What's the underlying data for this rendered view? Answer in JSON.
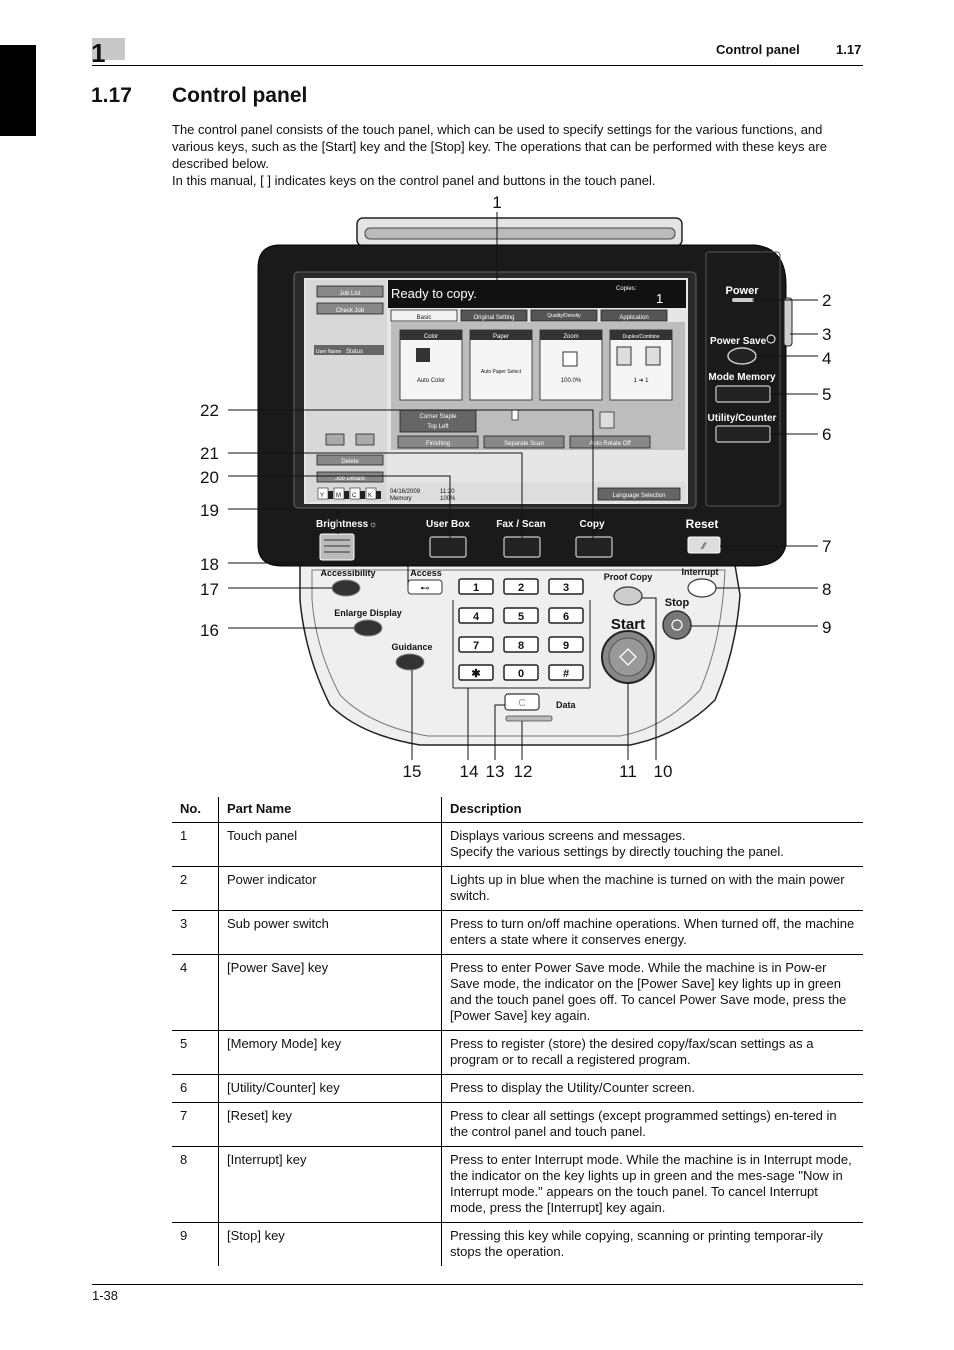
{
  "header": {
    "chapter_number": "1",
    "running_title": "Control panel",
    "running_section": "1.17"
  },
  "section": {
    "number": "1.17",
    "title": "Control panel"
  },
  "intro": [
    "The control panel consists of the touch panel, which can be used to specify settings for the various functions, and various keys, such as the [Start] key and the [Stop] key. The operations that can be performed with these keys are described below.",
    "In this manual, [ ] indicates keys on the control panel and buttons in the touch panel."
  ],
  "figure": {
    "screen": {
      "status": "Ready to copy.",
      "copies_label": "Copies:",
      "copies_value": "1",
      "left_buttons": [
        "Job List",
        "Check Job"
      ],
      "left_header": [
        "User Name",
        "Status"
      ],
      "delete": "Delete",
      "job_details": "Job Details",
      "datetime": "04/16/2009",
      "time": "11:20",
      "memory_label": "Memory",
      "memory_value": "100%",
      "toner": [
        "Y",
        "M",
        "C",
        "K"
      ],
      "tabs": [
        "Basic",
        "Original Setting",
        "Quality/Density",
        "Application"
      ],
      "tiles": [
        {
          "title": "Color",
          "value": "Auto Color"
        },
        {
          "title": "Paper",
          "value": "Auto Paper Select"
        },
        {
          "title": "Zoom",
          "value": "100.0%"
        },
        {
          "title": "Duplex/Combine",
          "value": "1 ➜ 1"
        }
      ],
      "corner_staple": "Corner Staple",
      "top_left": "Top Left",
      "bottom_buttons": [
        "Finishing",
        "Separate Scan",
        "Auto Rotate Off"
      ],
      "language": "Language Selection"
    },
    "keys": {
      "power": "Power",
      "power_save": "Power Save",
      "mode_memory": "Mode Memory",
      "utility": "Utility/Counter",
      "brightness": "Brightness",
      "user_box": "User Box",
      "fax_scan": "Fax / Scan",
      "copy": "Copy",
      "reset": "Reset",
      "accessibility": "Accessibility",
      "access": "Access",
      "enlarge_display": "Enlarge Display",
      "guidance": "Guidance",
      "proof_copy": "Proof Copy",
      "interrupt": "Interrupt",
      "stop": "Stop",
      "start": "Start",
      "data": "Data",
      "clear": "C",
      "keypad": [
        "1",
        "2",
        "3",
        "4",
        "5",
        "6",
        "7",
        "8",
        "9",
        "✱",
        "0",
        "#"
      ]
    },
    "callouts": [
      "1",
      "2",
      "3",
      "4",
      "5",
      "6",
      "7",
      "8",
      "9",
      "10",
      "11",
      "12",
      "13",
      "14",
      "15",
      "16",
      "17",
      "18",
      "19",
      "20",
      "21",
      "22"
    ]
  },
  "table": {
    "headers": [
      "No.",
      "Part Name",
      "Description"
    ],
    "rows": [
      {
        "no": "1",
        "name": "Touch panel",
        "desc": "Displays various screens and messages.\nSpecify the various settings by directly touching the panel."
      },
      {
        "no": "2",
        "name": "Power indicator",
        "desc": "Lights up in blue when the machine is turned on with the main power switch."
      },
      {
        "no": "3",
        "name": "Sub power switch",
        "desc": "Press to turn on/off machine operations. When turned off, the machine enters a state where it conserves energy."
      },
      {
        "no": "4",
        "name": "[Power Save] key",
        "desc": "Press to enter Power Save mode. While the machine is in Pow-er Save mode, the indicator on the [Power Save] key lights up in green and the touch panel goes off. To cancel Power Save mode, press the [Power Save] key again."
      },
      {
        "no": "5",
        "name": "[Memory Mode] key",
        "desc": "Press to register (store) the desired copy/fax/scan settings as a program or to recall a registered program."
      },
      {
        "no": "6",
        "name": "[Utility/Counter] key",
        "desc": "Press to display the Utility/Counter screen."
      },
      {
        "no": "7",
        "name": "[Reset] key",
        "desc": "Press to clear all settings (except programmed settings) en-tered in the control panel and touch panel."
      },
      {
        "no": "8",
        "name": "[Interrupt] key",
        "desc": "Press to enter Interrupt mode. While the machine is in Interrupt mode, the indicator on the key lights up in green and the mes-sage \"Now in Interrupt mode.\" appears on the touch panel. To cancel Interrupt mode, press the [Interrupt] key again."
      },
      {
        "no": "9",
        "name": "[Stop] key",
        "desc": "Pressing this key while copying, scanning or printing temporar-ily stops the operation."
      }
    ]
  },
  "footer": {
    "page": "1-38"
  }
}
